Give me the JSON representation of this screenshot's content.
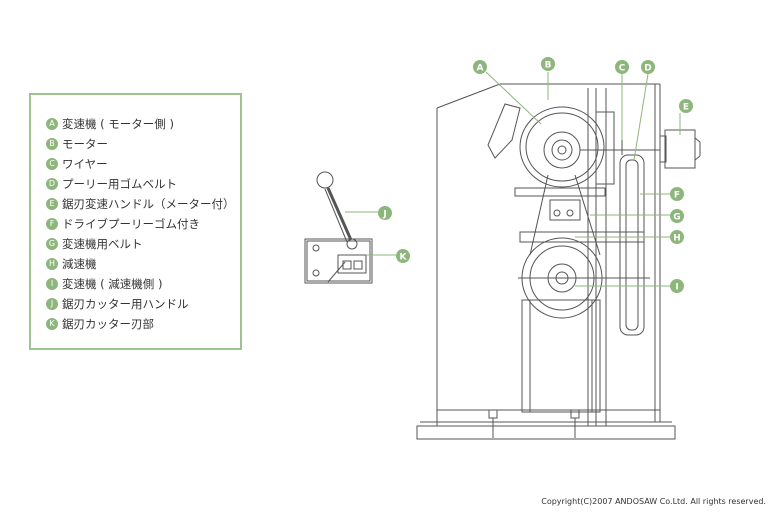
{
  "legend": {
    "items": [
      {
        "letter": "A",
        "label": "変速機 ( モーター側 )"
      },
      {
        "letter": "B",
        "label": "モーター"
      },
      {
        "letter": "C",
        "label": "ワイヤー"
      },
      {
        "letter": "D",
        "label": "プーリー用ゴムベルト"
      },
      {
        "letter": "E",
        "label": "鋸刃変速ハンドル（メーター付）"
      },
      {
        "letter": "F",
        "label": "ドライブプーリーゴム付き"
      },
      {
        "letter": "G",
        "label": "変速機用ベルト"
      },
      {
        "letter": "H",
        "label": "減速機"
      },
      {
        "letter": "I",
        "label": "変速機 ( 減速機側 )"
      },
      {
        "letter": "J",
        "label": "鋸刃カッター用ハンドル"
      },
      {
        "letter": "K",
        "label": "鋸刃カッター刃部"
      }
    ]
  },
  "callouts": {
    "A": "A",
    "B": "B",
    "C": "C",
    "D": "D",
    "E": "E",
    "F": "F",
    "G": "G",
    "H": "H",
    "I": "I",
    "J": "J",
    "K": "K"
  },
  "colors": {
    "accent": "#8db67c",
    "border": "#9dc391",
    "line": "#555555"
  },
  "copyright": "Copyright(C)2007 ANDOSAW Co.Ltd. All rights reserved."
}
